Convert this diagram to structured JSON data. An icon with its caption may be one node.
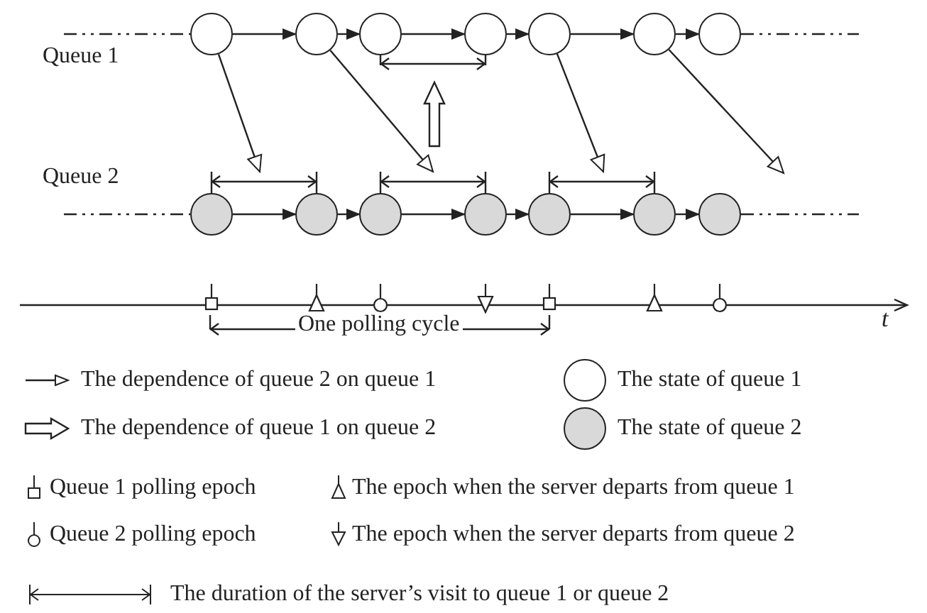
{
  "diagram": {
    "nodes": [
      {
        "text": [],
        "shape": "circle"
      },
      {
        "text": [],
        "shape": "circle"
      },
      {
        "text": [],
        "shape": "circle"
      },
      {
        "text": [],
        "shape": "circle"
      },
      {
        "text": [],
        "shape": "circle"
      },
      {
        "text": [],
        "shape": "circle"
      },
      {
        "text": [],
        "shape": "circle"
      },
      {
        "text": [],
        "shape": "circle"
      },
      {
        "text": [],
        "shape": "circle"
      },
      {
        "text": [],
        "shape": "circle"
      },
      {
        "text": [],
        "shape": "circle"
      },
      {
        "text": [],
        "shape": "circle"
      },
      {
        "text": [],
        "shape": "circle"
      },
      {
        "text": [],
        "shape": "circle"
      },
      {
        "text": [],
        "shape": "bracket"
      },
      {
        "text": [],
        "shape": "bracket"
      },
      {
        "text": [],
        "shape": "bracket"
      },
      {
        "text": [],
        "shape": "bracket"
      }
    ],
    "edges": [
      {
        "from": null,
        "to": 0,
        "arrow": "none",
        "style": "dashed"
      },
      {
        "from": 0,
        "to": 1,
        "arrow": "to"
      },
      {
        "from": 1,
        "to": 2,
        "arrow": "to"
      },
      {
        "from": 2,
        "to": 3,
        "arrow": "to"
      },
      {
        "from": 3,
        "to": 4,
        "arrow": "to"
      },
      {
        "from": 4,
        "to": 5,
        "arrow": "to"
      },
      {
        "from": 5,
        "to": 6,
        "arrow": "to"
      },
      {
        "from": 6,
        "to": null,
        "arrow": "none",
        "style": "dashed"
      },
      {
        "from": null,
        "to": 7,
        "arrow": "none",
        "style": "dashed"
      },
      {
        "from": 7,
        "to": 8,
        "arrow": "to"
      },
      {
        "from": 8,
        "to": 9,
        "arrow": "to"
      },
      {
        "from": 9,
        "to": 10,
        "arrow": "to"
      },
      {
        "from": 10,
        "to": 11,
        "arrow": "to"
      },
      {
        "from": 11,
        "to": 12,
        "arrow": "to"
      },
      {
        "from": 12,
        "to": 13,
        "arrow": "to"
      },
      {
        "from": 13,
        "to": null,
        "arrow": "none",
        "style": "dashed"
      },
      {
        "from": 0,
        "to": 15,
        "arrow": "to"
      },
      {
        "from": 1,
        "to": 16,
        "arrow": "to"
      },
      {
        "from": 4,
        "to": 17,
        "arrow": "to"
      },
      {
        "from": 5,
        "to": null,
        "arrow": "to"
      },
      {
        "from": 16,
        "to": 14,
        "arrow": "to",
        "style": "thick"
      }
    ],
    "labels": [
      "Queue 1",
      "Queue 2",
      "One polling cycle",
      "t"
    ],
    "legend": [
      {
        "text": "The dependence of queue 2 on queue 1"
      },
      {
        "text": "The state of queue 1"
      },
      {
        "text": "The dependence of queue 1 on queue 2"
      },
      {
        "text": "The state of queue 2"
      },
      {
        "text": "Queue 1 polling epoch"
      },
      {
        "text": "The epoch when the server departs from queue 1"
      },
      {
        "text": "Queue 2 polling epoch"
      },
      {
        "text": "The epoch when the server departs from queue 2"
      },
      {
        "text": "The duration of the server’s visit to queue 1 or queue 2"
      }
    ]
  }
}
